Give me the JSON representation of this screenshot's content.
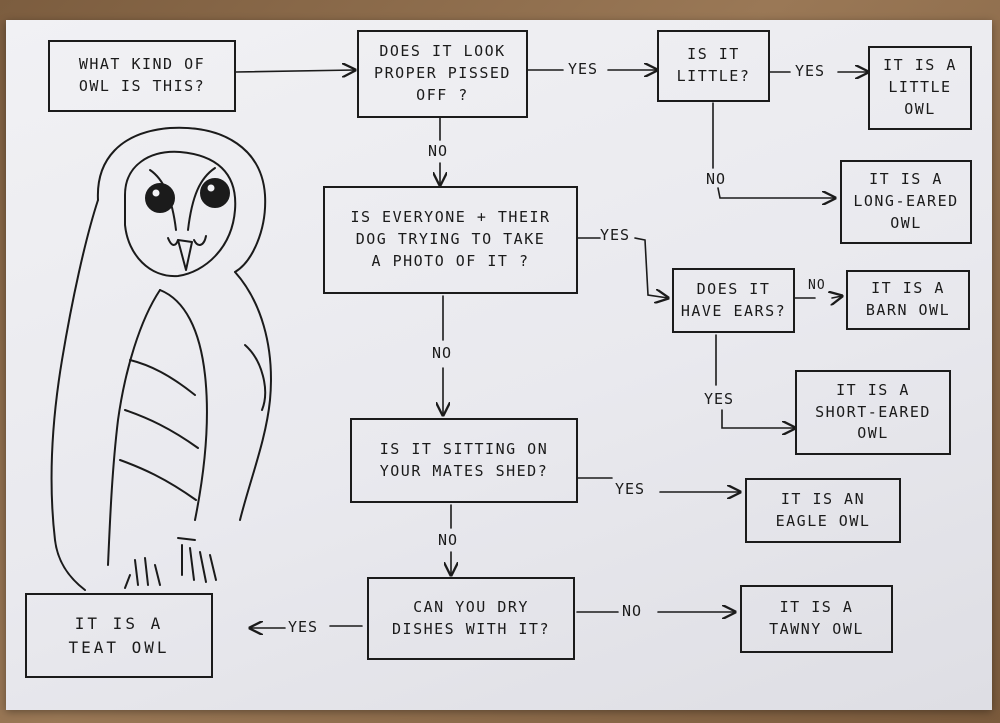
{
  "nodes": {
    "start": "What kind of\nowl is this?",
    "q_pissed": "Does it look\nproper pissed\noff ?",
    "q_little": "Is it\nlittle?",
    "a_little": "It is a\nlittle\nowl",
    "a_long_eared": "It is a\nlong-eared\nowl",
    "q_photo": "Is everyone + their\ndog trying to take\na photo of it ?",
    "q_ears": "Does it\nhave ears?",
    "a_barn": "It is a\nbarn owl",
    "a_short_eared": "It is a\nshort-eared\nowl",
    "q_shed": "Is it sitting on\nyour mates shed?",
    "a_eagle": "It is an\neagle owl",
    "q_dishes": "Can you dry\ndishes with it?",
    "a_tawny": "It is a\ntawny owl",
    "a_teat": "It is a\nteat owl"
  },
  "edge_labels": {
    "pissed_yes": "Yes",
    "little_yes": "Yes",
    "pissed_no": "No",
    "little_no": "No",
    "photo_yes": "Yes",
    "ears_no": "No",
    "photo_no": "No",
    "ears_yes": "Yes",
    "shed_yes": "Yes",
    "shed_no": "No",
    "dishes_no": "No",
    "dishes_yes": "Yes"
  }
}
